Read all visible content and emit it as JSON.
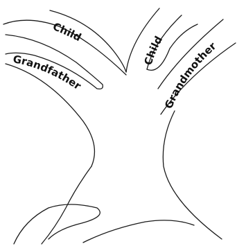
{
  "diagram": {
    "labels": {
      "child_left": "Child",
      "child_right": "Child",
      "grandfather": "Grandfather",
      "grandmother": "Grandmother"
    },
    "colors": {
      "stroke": "#1a1a1a",
      "text": "#111111",
      "background": "#ffffff"
    }
  }
}
